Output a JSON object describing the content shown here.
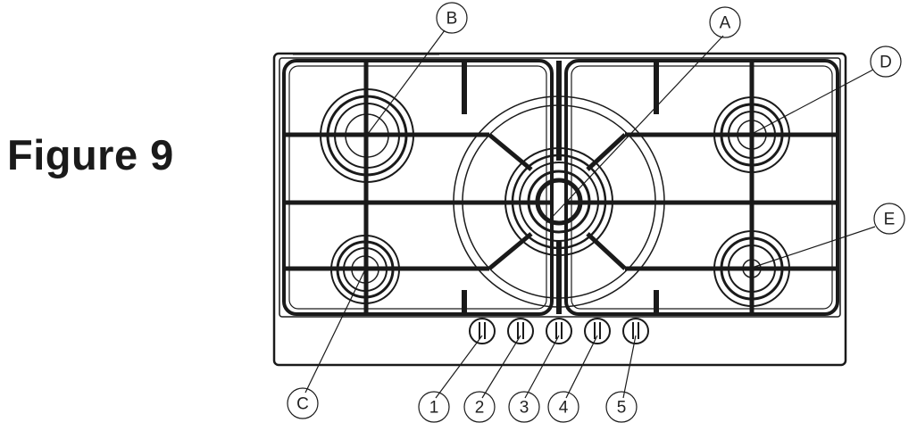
{
  "figure_title": "Figure 9",
  "burner_labels": {
    "A": "A",
    "B": "B",
    "C": "C",
    "D": "D",
    "E": "E"
  },
  "knob_labels": [
    "1",
    "2",
    "3",
    "4",
    "5"
  ]
}
